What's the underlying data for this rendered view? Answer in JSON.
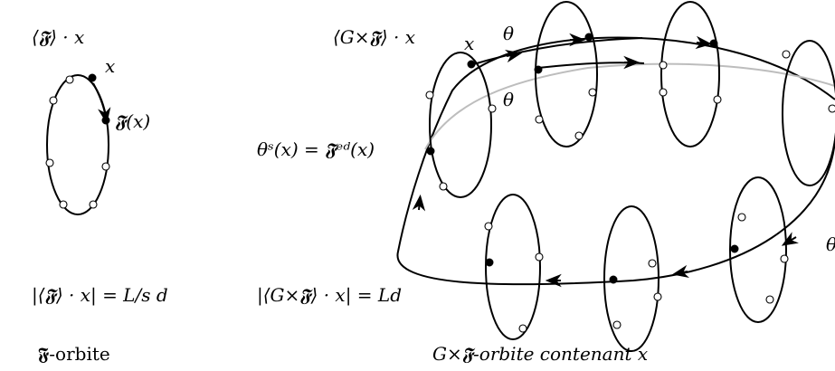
{
  "labels": {
    "left_orbit_title": "⟨𝕱⟩ · x",
    "left_point_x": "x",
    "left_point_fx": "𝕱(x)",
    "left_cardinality": "|⟨𝕱⟩ · x| = L/s d",
    "left_caption": "𝕱-orbite",
    "right_orbit_title": "⟨G×𝕱⟩ · x",
    "right_point_x": "x",
    "right_theta_top": "θ",
    "right_theta_mid": "θ",
    "right_theta_right": "θ",
    "right_theta_power": "θˢ(x) = 𝕱ᵉᵈ(x)",
    "right_cardinality": "|⟨G×𝕱⟩ · x| = Ld",
    "right_caption": "G×𝕱-orbite contenant x"
  }
}
